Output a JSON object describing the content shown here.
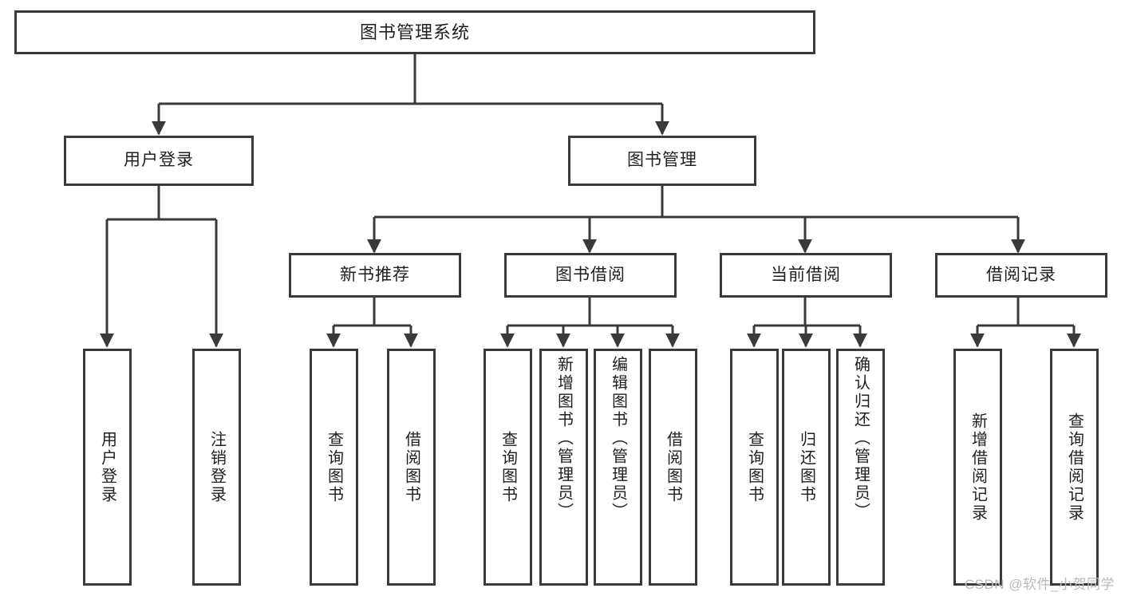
{
  "diagram": {
    "title": "图书管理系统",
    "watermark": "CSDN @软件_小贺同学",
    "line_color": "#3a3a3a",
    "box_fill": "#ffffff",
    "text_color": "#1f1f1f",
    "root": {
      "label": "图书管理系统"
    },
    "level1": [
      {
        "label": "用户登录"
      },
      {
        "label": "图书管理"
      }
    ],
    "level2": [
      {
        "label": "新书推荐"
      },
      {
        "label": "图书借阅"
      },
      {
        "label": "当前借阅"
      },
      {
        "label": "借阅记录"
      }
    ],
    "leaves": {
      "user_login": [
        {
          "label": "用户登录"
        },
        {
          "label": "注销登录"
        }
      ],
      "new_book_recommend": [
        {
          "label": "查询图书"
        },
        {
          "label": "借阅图书"
        }
      ],
      "book_borrow": [
        {
          "label": "查询图书"
        },
        {
          "label": "新增图书（管理员）"
        },
        {
          "label": "编辑图书（管理员）"
        },
        {
          "label": "借阅图书"
        }
      ],
      "current_borrow": [
        {
          "label": "查询图书"
        },
        {
          "label": "归还图书"
        },
        {
          "label": "确认归还（管理员）"
        }
      ],
      "borrow_record": [
        {
          "label": "新增借阅记录"
        },
        {
          "label": "查询借阅记录"
        }
      ]
    }
  }
}
